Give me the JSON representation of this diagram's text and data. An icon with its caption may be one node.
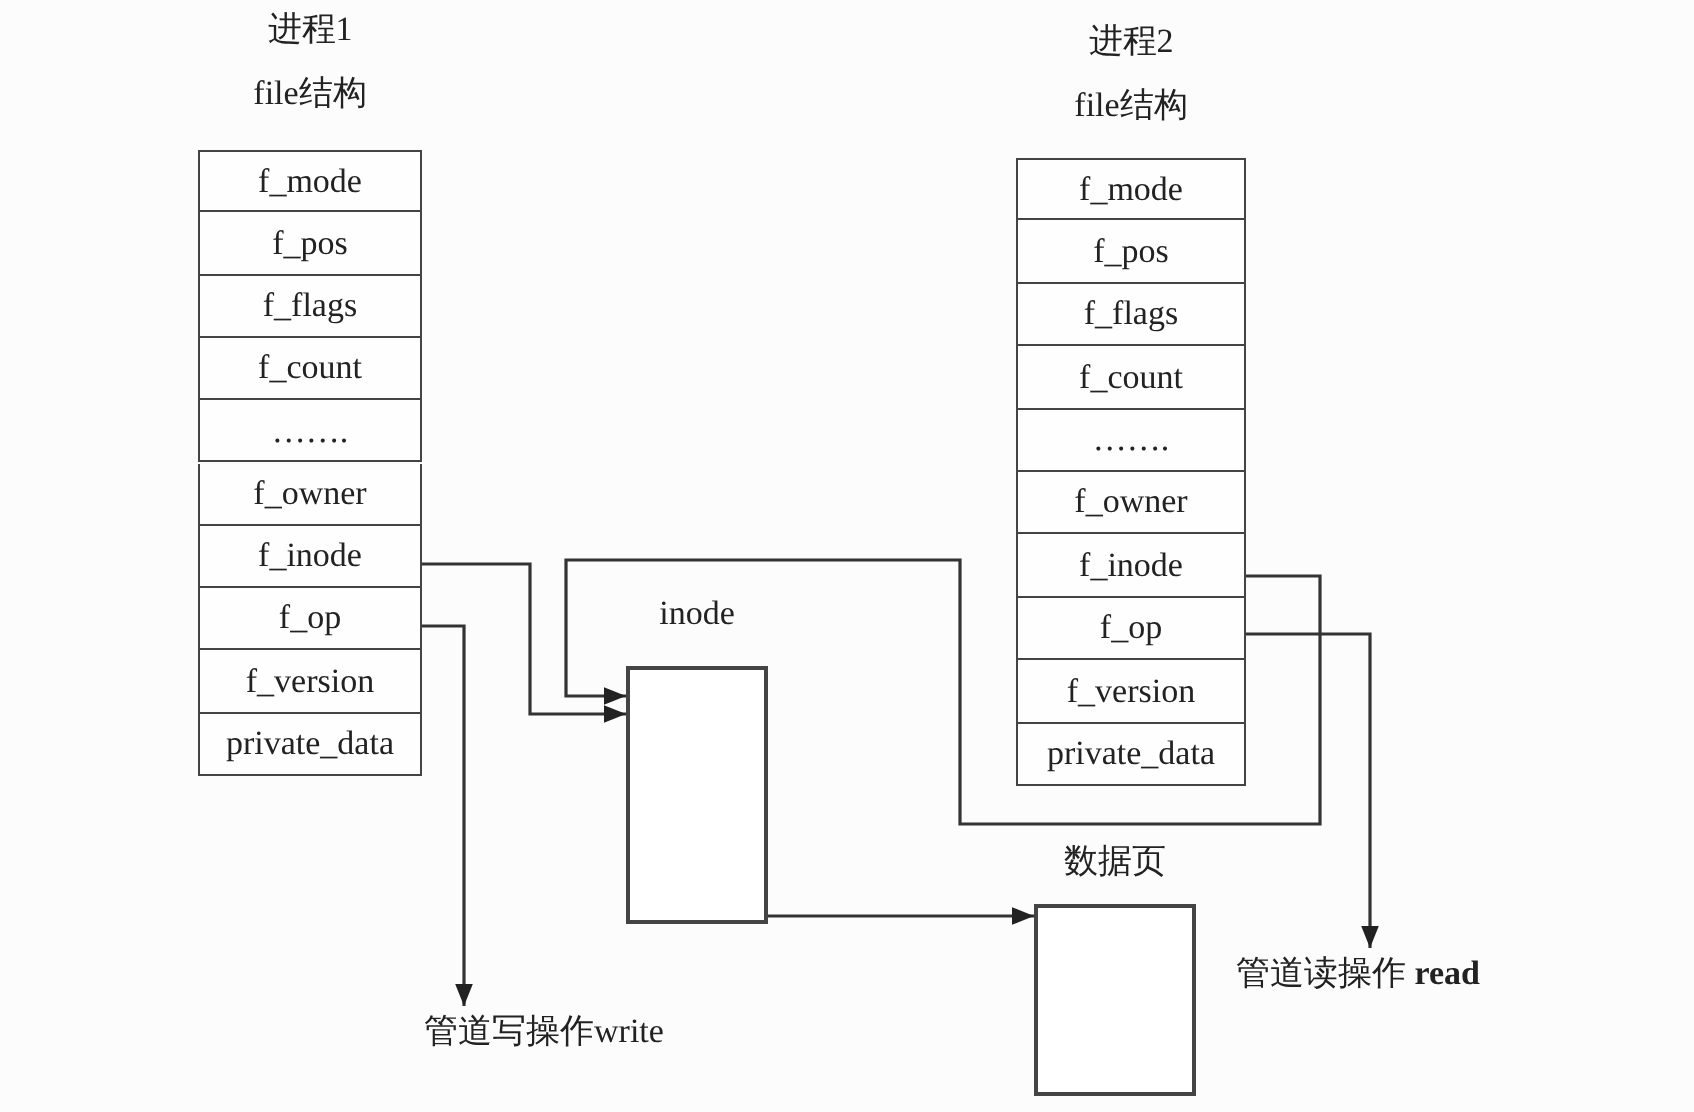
{
  "diagram": {
    "nodes": [
      {
        "text": [
          "进程1",
          "file结构"
        ]
      },
      {
        "text": [
          "f_mode"
        ],
        "in": 0
      },
      {
        "text": [
          "f_pos"
        ],
        "in": 0
      },
      {
        "text": [
          "f_flags"
        ],
        "in": 0
      },
      {
        "text": [
          "f_count"
        ],
        "in": 0
      },
      {
        "text": [
          "……."
        ],
        "in": 0
      },
      {
        "text": [
          "f_owner"
        ],
        "in": 0
      },
      {
        "text": [
          "f_inode"
        ],
        "in": 0
      },
      {
        "text": [
          "f_op"
        ],
        "in": 0
      },
      {
        "text": [
          "f_version"
        ],
        "in": 0
      },
      {
        "text": [
          "private_data"
        ],
        "in": 0
      },
      {
        "text": [
          "进程2",
          "file结构"
        ]
      },
      {
        "text": [
          "f_mode"
        ],
        "in": 11
      },
      {
        "text": [
          "f_pos"
        ],
        "in": 11
      },
      {
        "text": [
          "f_flags"
        ],
        "in": 11
      },
      {
        "text": [
          "f_count"
        ],
        "in": 11
      },
      {
        "text": [
          "……."
        ],
        "in": 11
      },
      {
        "text": [
          "f_owner"
        ],
        "in": 11
      },
      {
        "text": [
          "f_inode"
        ],
        "in": 11
      },
      {
        "text": [
          "f_op"
        ],
        "in": 11
      },
      {
        "text": [
          "f_version"
        ],
        "in": 11
      },
      {
        "text": [
          "private_data"
        ],
        "in": 11
      },
      {
        "text": [
          "inode"
        ]
      },
      {
        "text": [
          "数据页"
        ]
      },
      {
        "text": [
          "管道写操作write"
        ]
      },
      {
        "text": [
          "管道读操作 **read**"
        ]
      }
    ],
    "edges": [
      {
        "from": 7,
        "to": 22,
        "arrow": "to"
      },
      {
        "from": 8,
        "to": 24,
        "arrow": "to"
      },
      {
        "from": 18,
        "to": 22,
        "arrow": "to"
      },
      {
        "from": 19,
        "to": 25,
        "arrow": "to"
      },
      {
        "from": 22,
        "to": 23,
        "arrow": "to"
      }
    ]
  }
}
